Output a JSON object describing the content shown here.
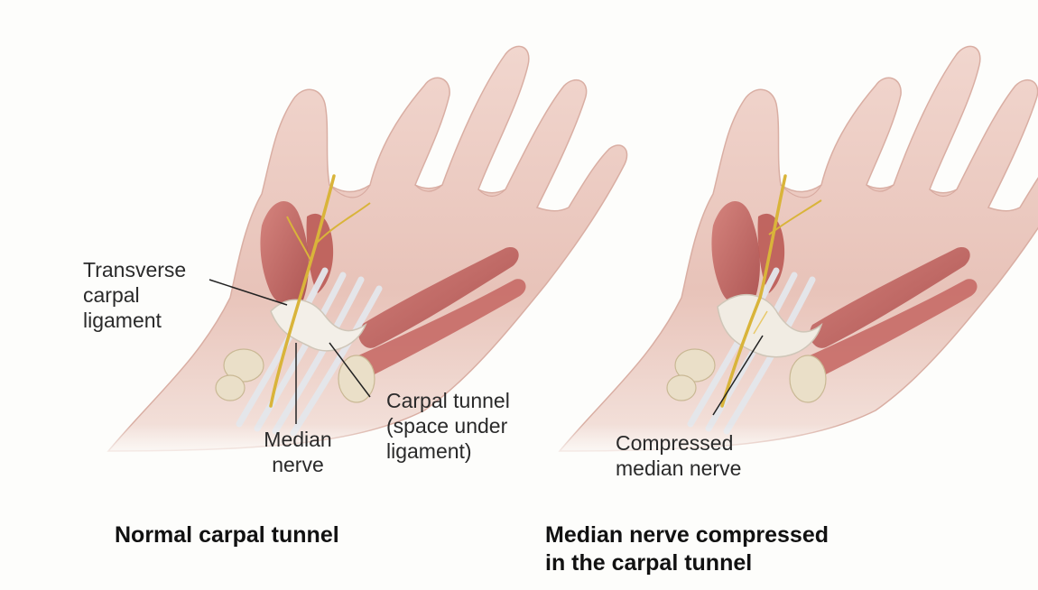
{
  "left_panel": {
    "labels": {
      "transverse_ligament": "Transverse\ncarpal\nligament",
      "median_nerve": "Median\nnerve",
      "carpal_tunnel": "Carpal tunnel\n(space under\nligament)"
    },
    "caption": "Normal carpal tunnel"
  },
  "right_panel": {
    "labels": {
      "compressed_nerve": "Compressed\nmedian nerve"
    },
    "caption": "Median nerve compressed\nin the carpal tunnel"
  },
  "colors": {
    "skin": "#eccdc4",
    "muscle": "#c0605e",
    "tendon": "#dfe3e8",
    "nerve": "#d9b43a",
    "bone": "#eadfc8"
  }
}
